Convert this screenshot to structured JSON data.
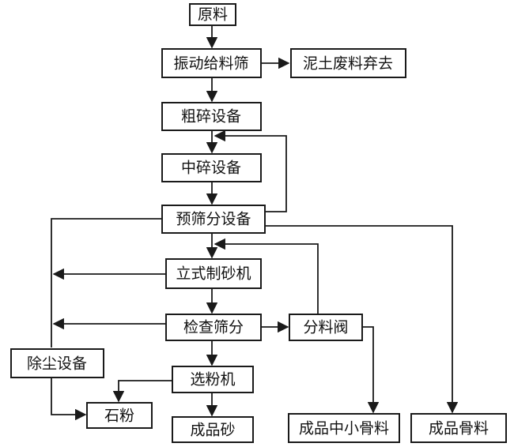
{
  "nodes": {
    "raw": "原料",
    "vib": "振动给料筛",
    "waste": "泥土废料弃去",
    "coarse": "粗碎设备",
    "medium": "中碎设备",
    "prescreen": "预筛分设备",
    "vsi": "立式制砂机",
    "check": "检查筛分",
    "valve": "分料阀",
    "dust": "除尘设备",
    "classifier": "选粉机",
    "stone_powder": "石粉",
    "sand": "成品砂",
    "fine_agg": "成品中小骨料",
    "agg": "成品骨料"
  }
}
